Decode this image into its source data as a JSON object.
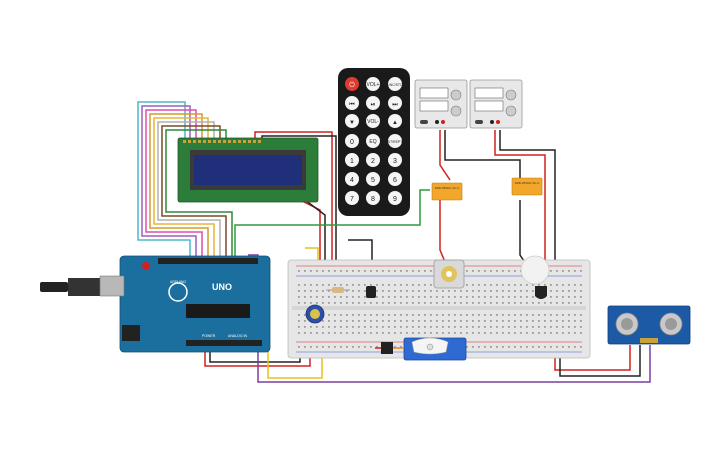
{
  "remote": {
    "buttons_row1": [
      "",
      "VOL+",
      "FUNC/STOP"
    ],
    "buttons_row3": [
      "",
      "VOL-",
      ""
    ],
    "numbers": [
      "0",
      "EQ",
      "ST/REPT",
      "1",
      "2",
      "3",
      "4",
      "5",
      "6",
      "7",
      "8",
      "9"
    ]
  },
  "arduino": {
    "model": "UNO",
    "brand": "ARDUINO",
    "power_label": "POWER",
    "analog_label": "ANALOG IN"
  },
  "relays": [
    {
      "label": "SRD-05VDC-SL-C"
    },
    {
      "label": "SRD-05VDC-SL-C"
    }
  ],
  "colors": {
    "arduino_board": "#1b6f9e",
    "lcd_board": "#2d7d3a",
    "lcd_screen": "#1f2f7a",
    "remote_body": "#1a1a1a",
    "remote_power": "#e03a2f",
    "relay_body": "#f2a72b",
    "breadboard": "#e6e6e6",
    "servo": "#2e6ad1",
    "sensor": "#1c5aa6",
    "wire_red": "#d32020",
    "wire_black": "#222222",
    "wire_yellow": "#e8c21a",
    "wire_purple": "#7a3fa0",
    "wire_green": "#2f9a3a"
  },
  "icons": {
    "power": "power-icon",
    "rewind": "rewind-icon",
    "play_pause": "play-pause-icon",
    "forward": "fast-forward-icon",
    "down": "down-arrow-icon",
    "up": "up-arrow-icon"
  }
}
